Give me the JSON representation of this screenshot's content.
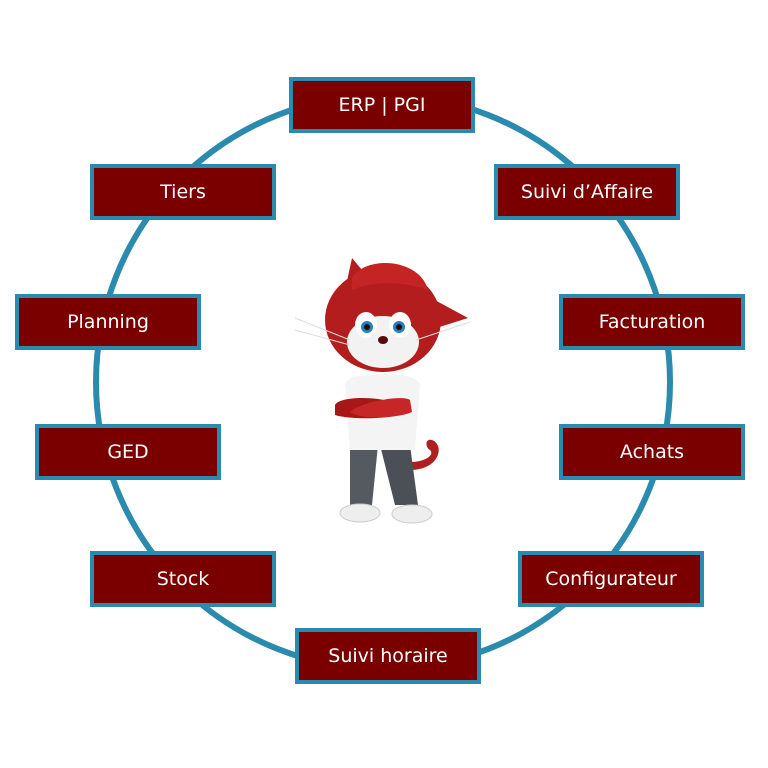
{
  "colors": {
    "ring": "#2b8bae",
    "node_fill": "#7a0000",
    "node_border": "#2b8bae",
    "node_text": "#ffffff"
  },
  "modules": [
    {
      "id": "erp-pgi",
      "label": "ERP | PGI"
    },
    {
      "id": "suivi-affaire",
      "label": "Suivi d’Affaire"
    },
    {
      "id": "facturation",
      "label": "Facturation"
    },
    {
      "id": "achats",
      "label": "Achats"
    },
    {
      "id": "configurateur",
      "label": "Configurateur"
    },
    {
      "id": "suivi-horaire",
      "label": "Suivi horaire"
    },
    {
      "id": "stock",
      "label": "Stock"
    },
    {
      "id": "ged",
      "label": "GED"
    },
    {
      "id": "planning",
      "label": "Planning"
    },
    {
      "id": "tiers",
      "label": "Tiers"
    }
  ],
  "mascot": {
    "icon": "cat-mascot-icon"
  }
}
